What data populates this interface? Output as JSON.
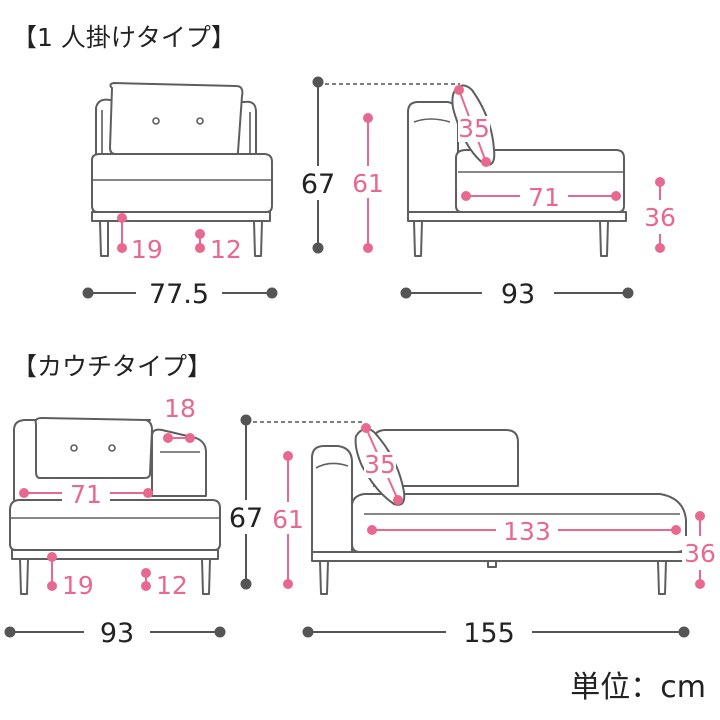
{
  "sections": {
    "single": {
      "heading": "【1 人掛けタイプ】",
      "front": {
        "seat_to_floor": "19",
        "leg_height": "12",
        "width": "77.5"
      },
      "side": {
        "total_height": "67",
        "back_height": "61",
        "cushion": "35",
        "seat_depth": "71",
        "seat_height": "36",
        "depth": "93"
      }
    },
    "couch": {
      "heading": "【カウチタイプ】",
      "front": {
        "armrest_width": "18",
        "seat_width": "71",
        "seat_to_floor": "19",
        "leg_height": "12",
        "width": "93"
      },
      "side": {
        "total_height": "67",
        "back_height": "61",
        "cushion": "35",
        "seat_depth": "133",
        "seat_height": "36",
        "length": "155"
      }
    }
  },
  "unit_label": "単位：cm",
  "colors": {
    "dimension_pink": "#e8698f",
    "outline_gray": "#5e5e5e",
    "text_dark": "#222222"
  }
}
